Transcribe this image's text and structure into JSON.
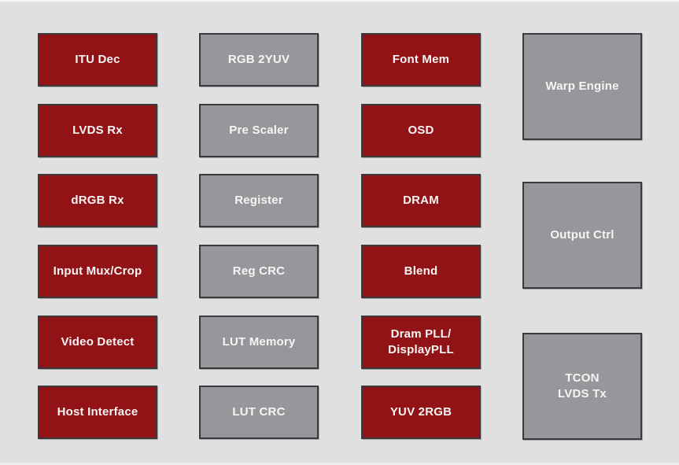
{
  "colors": {
    "canvas_bg": "#e0e0e0",
    "block_red": "#911316",
    "block_gray": "#98969a",
    "block_border": "#3b393b",
    "label_text": "#f7f4f4"
  },
  "blocks": {
    "col1": [
      {
        "label": "ITU Dec"
      },
      {
        "label": "LVDS Rx"
      },
      {
        "label": "dRGB Rx"
      },
      {
        "label": "Input Mux/Crop"
      },
      {
        "label": "Video Detect"
      },
      {
        "label": "Host Interface"
      }
    ],
    "col2": [
      {
        "label": "RGB 2YUV"
      },
      {
        "label": "Pre Scaler"
      },
      {
        "label": "Register"
      },
      {
        "label": "Reg CRC"
      },
      {
        "label": "LUT Memory"
      },
      {
        "label": "LUT CRC"
      }
    ],
    "col3": [
      {
        "label": "Font Mem"
      },
      {
        "label": "OSD"
      },
      {
        "label": "DRAM"
      },
      {
        "label": "Blend"
      },
      {
        "label": "Dram PLL/\nDisplayPLL"
      },
      {
        "label": "YUV 2RGB"
      }
    ],
    "col4": [
      {
        "label": "Warp Engine"
      },
      {
        "label": "Output Ctrl"
      },
      {
        "label": "TCON\nLVDS Tx"
      }
    ]
  }
}
